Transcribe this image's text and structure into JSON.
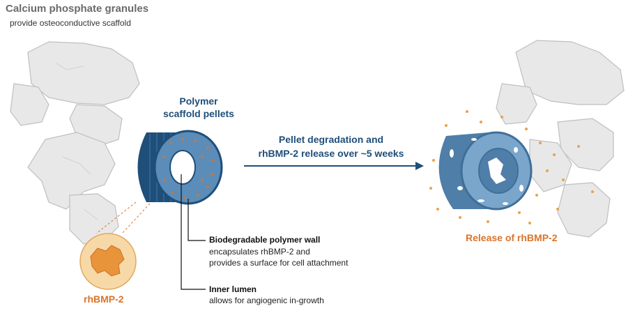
{
  "granules": {
    "title": "Calcium phosphate granules",
    "subtitle": "provide osteoconductive scaffold"
  },
  "pellet": {
    "title_line1": "Polymer",
    "title_line2": "scaffold pellets"
  },
  "arrow": {
    "line1": "Pellet degradation and",
    "line2": "rhBMP-2 release over ~5 weeks"
  },
  "wall": {
    "title": "Biodegradable polymer wall",
    "desc_line1": "encapsulates rhBMP-2 and",
    "desc_line2": "provides a surface for cell attachment"
  },
  "lumen": {
    "title": "Inner lumen",
    "desc": "allows for angiogenic in-growth"
  },
  "protein": {
    "label": "rhBMP-2"
  },
  "release": {
    "label": "Release of rhBMP-2"
  },
  "colors": {
    "polymer_dark": "#1f4e79",
    "polymer_light": "#5b8db8",
    "accent": "#d9742b",
    "bone": "#e6e6e6"
  }
}
